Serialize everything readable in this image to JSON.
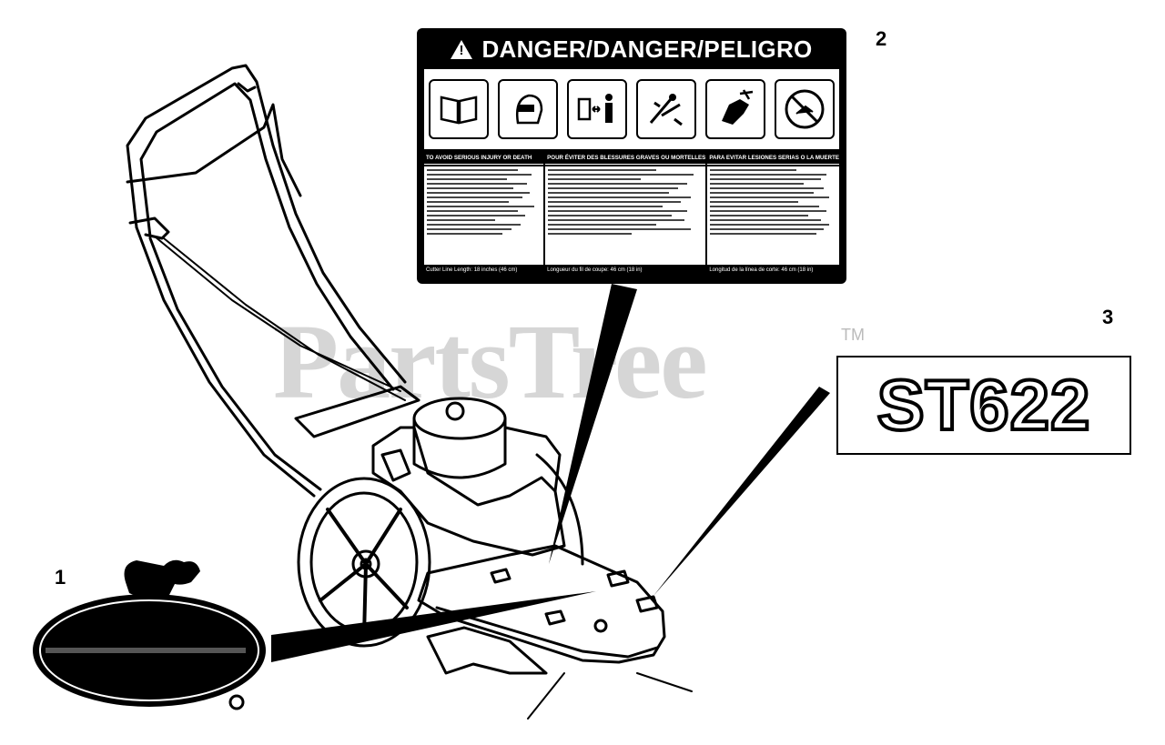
{
  "callouts": {
    "one": "1",
    "two": "2",
    "three": "3"
  },
  "watermark": {
    "text": "PartsTree",
    "trademark": "TM"
  },
  "danger_decal": {
    "title": "DANGER/DANGER/PELIGRO",
    "pictograms": [
      "read-manual-icon",
      "eye-protection-icon",
      "keep-distance-icon",
      "thrown-object-icon",
      "hand-cut-icon",
      "no-riders-icon"
    ],
    "column_headers": [
      "TO AVOID SERIOUS INJURY OR DEATH",
      "POUR ÉVITER DES BLESSURES GRAVES OU MORTELLES",
      "PARA EVITAR LESIONES SERIAS O LA MUERTE"
    ],
    "column_footers": [
      "Cutter Line Length: 18 inches (46 cm)",
      "Longueur du fil de coupe: 46 cm (18 in)",
      "Longitud de la línea de corte: 46 cm (18 in)"
    ]
  },
  "model_decal": {
    "text": "ST622"
  },
  "colors": {
    "ink": "#000000",
    "watermark": "#d6d6d6",
    "background": "#ffffff"
  }
}
